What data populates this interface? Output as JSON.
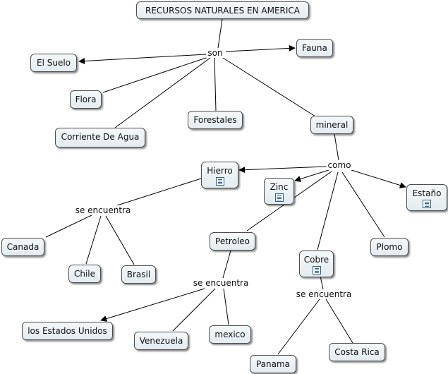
{
  "concepts": {
    "root": "RECURSOS NATURALES EN AMERICA",
    "fauna": "Fauna",
    "suelo": "El Suelo",
    "flora": "Flora",
    "forestales": "Forestales",
    "agua": "Corriente De Agua",
    "mineral": "mineral",
    "hierro": "Hierro",
    "zinc": "Zinc",
    "estano": "Estaño",
    "petroleo": "Petroleo",
    "plomo": "Plomo",
    "cobre": "Cobre",
    "canada": "Canada",
    "chile": "Chile",
    "brasil": "Brasil",
    "eeuu": "los Estados Unidos",
    "venezuela": "Venezuela",
    "mexico": "mexico",
    "panama": "Panama",
    "costarica": "Costa Rica"
  },
  "linking_phrases": {
    "son": "son",
    "como": "como",
    "encuentra_hierro": "se encuentra",
    "encuentra_petroleo": "se encuentra",
    "encuentra_cobre": "se encuentra"
  },
  "icons": {
    "hierro": "document-icon",
    "zinc": "document-icon",
    "estano": "document-icon",
    "cobre": "document-icon"
  },
  "colors": {
    "node_border": "#4d4d4d",
    "node_fill": "#e9f0f4",
    "line": "#000000"
  }
}
